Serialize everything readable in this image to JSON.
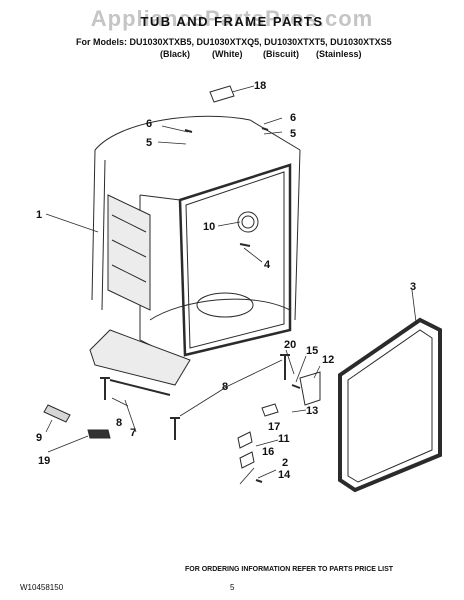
{
  "watermark": "AppliancePartsPros.com",
  "header": {
    "title": "TUB AND FRAME PARTS",
    "models_prefix": "For Models:",
    "models": "DU1030XTXB5, DU1030XTXQ5, DU1030XTXT5, DU1030XTXS5",
    "colors": [
      "(Black)",
      "(White)",
      "(Biscuit)",
      "(Stainless)"
    ]
  },
  "callouts": [
    "1",
    "2",
    "3",
    "4",
    "5",
    "5",
    "6",
    "6",
    "7",
    "8",
    "8",
    "9",
    "10",
    "11",
    "12",
    "13",
    "14",
    "15",
    "16",
    "17",
    "18",
    "19",
    "20"
  ],
  "footer": {
    "ordering_note": "FOR ORDERING INFORMATION REFER TO PARTS PRICE LIST",
    "document_number": "W10458150",
    "page_number": "5"
  },
  "colors": {
    "line": "#2b2b2b",
    "fill_light": "#ececec",
    "fill_mid": "#d6d6d6",
    "background": "#ffffff"
  }
}
